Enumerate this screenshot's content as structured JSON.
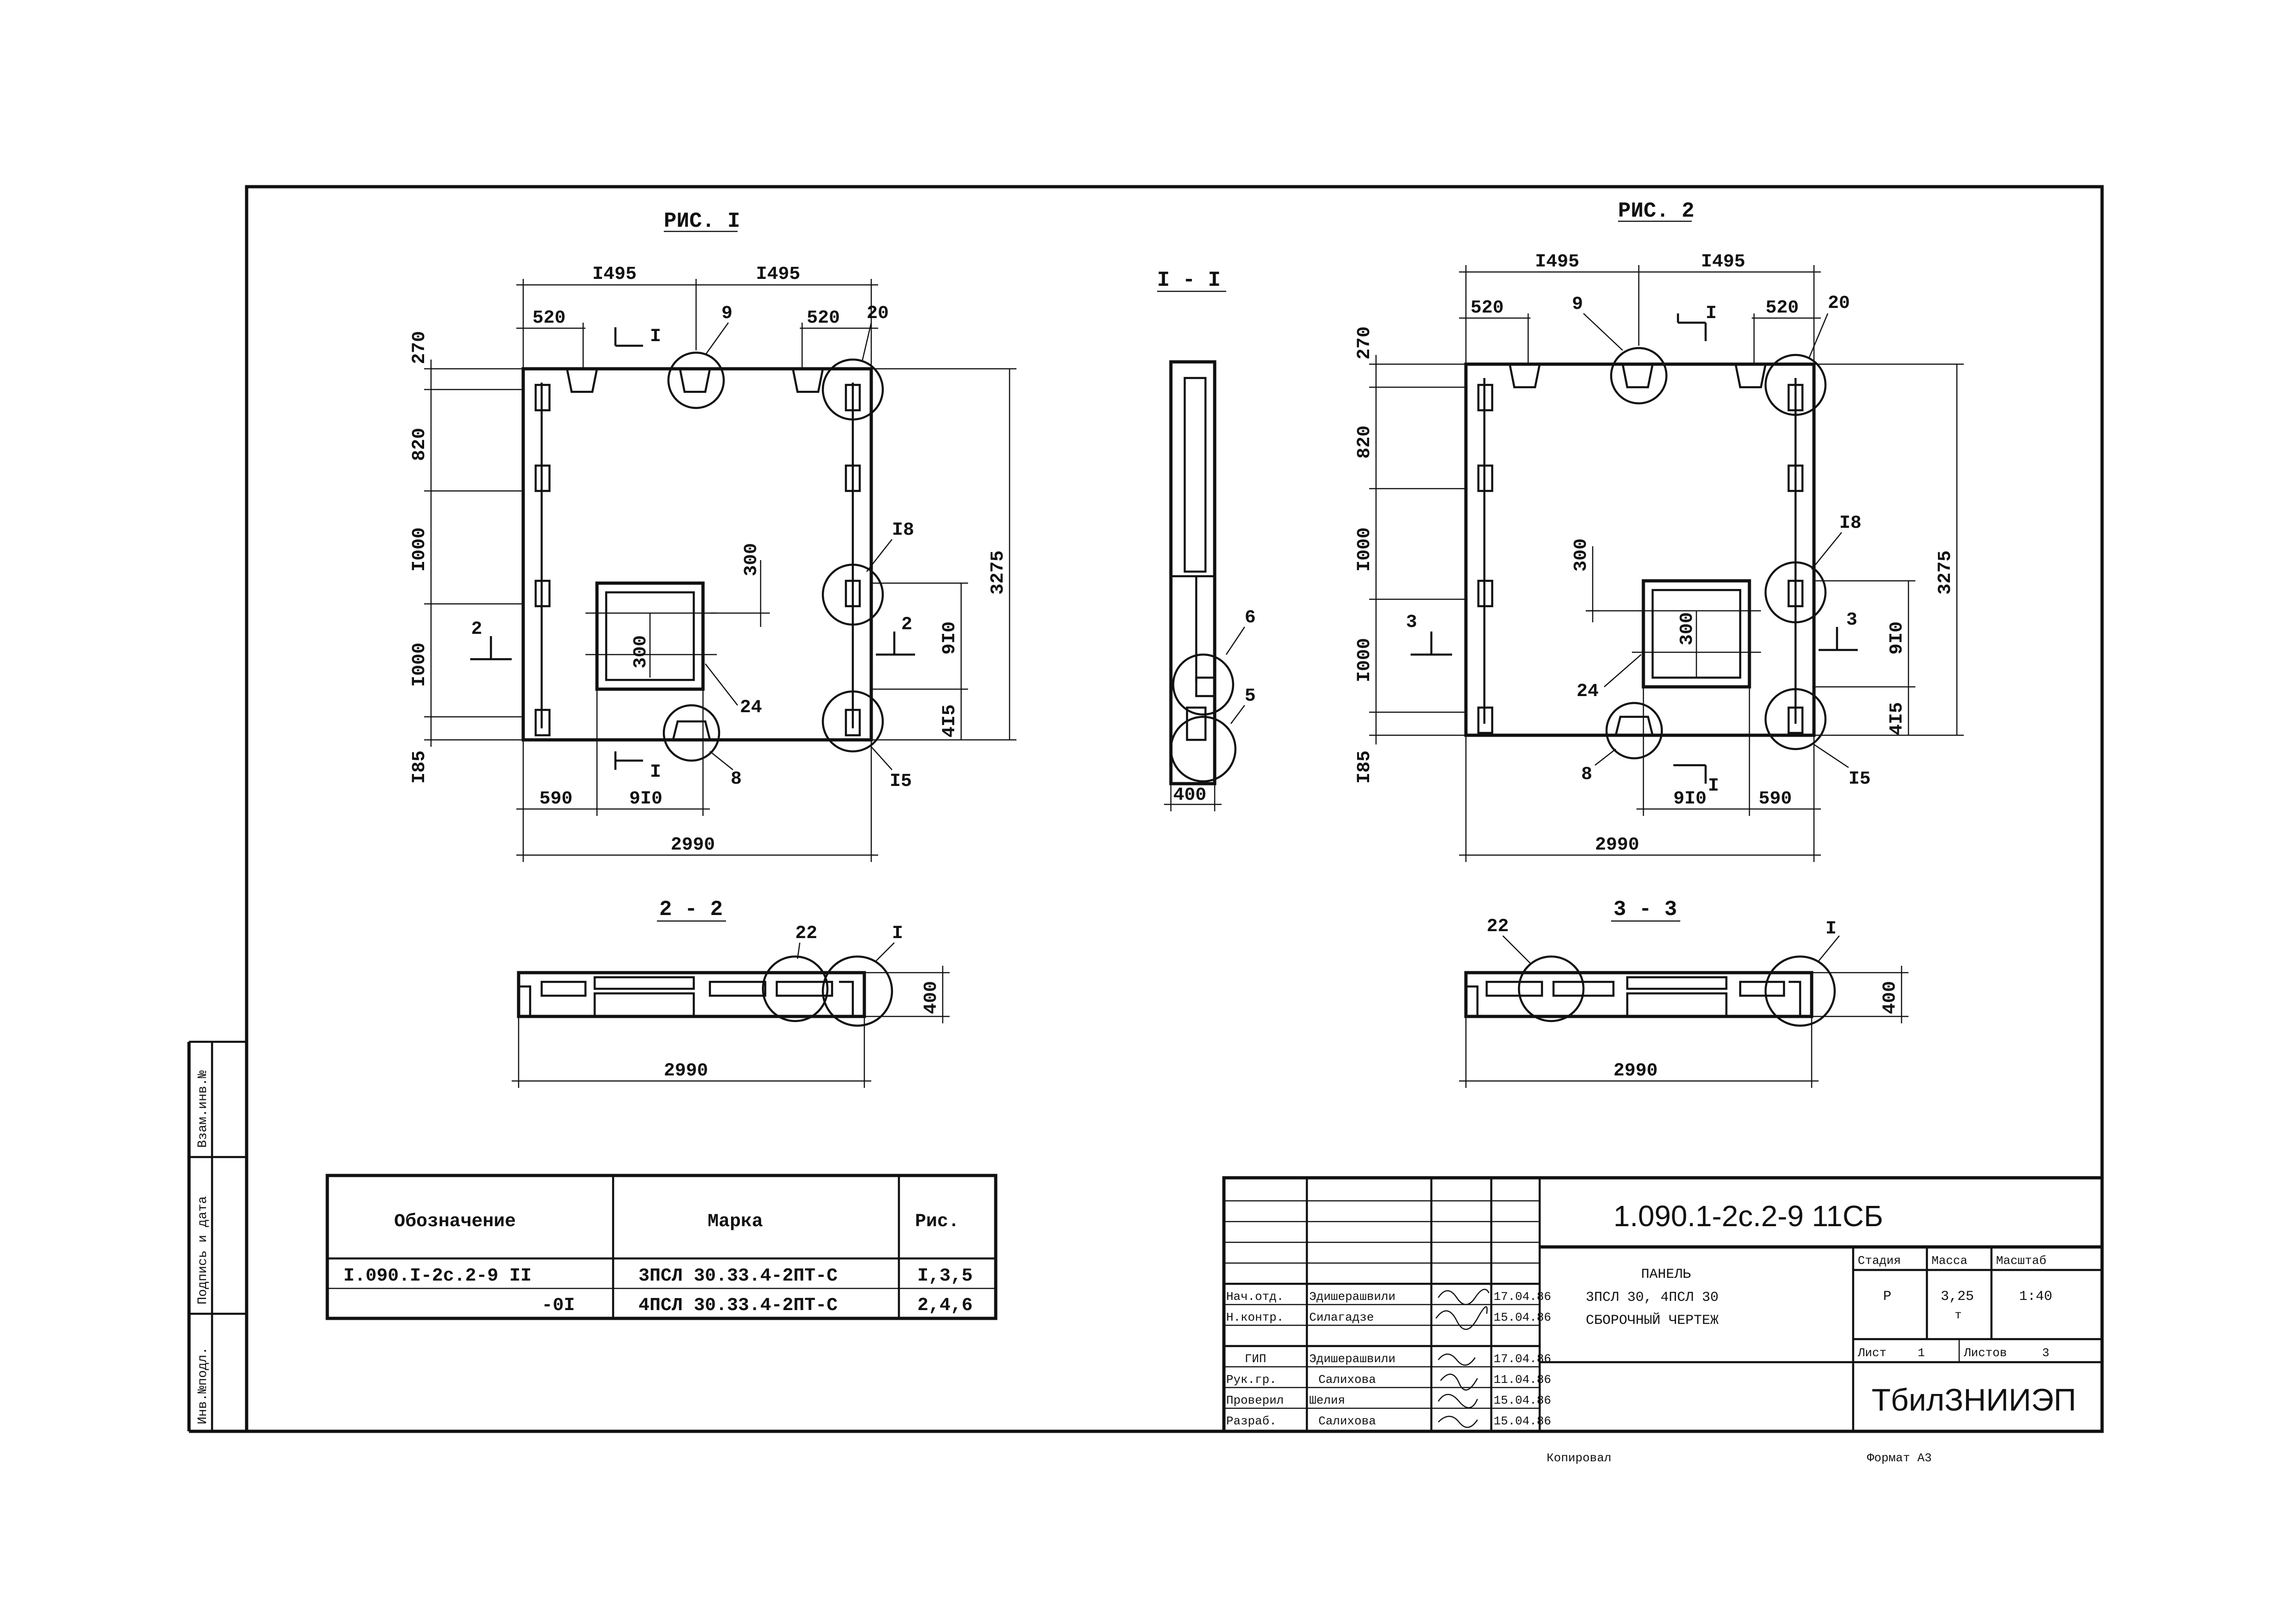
{
  "figures": {
    "fig1_title": "РИС. I",
    "fig2_title": "РИС. 2",
    "section_1_1": "I - I",
    "section_2_2": "2 - 2",
    "section_3_3": "3 - 3"
  },
  "dims": {
    "d1495": "I495",
    "d520": "520",
    "d270": "270",
    "d820": "820",
    "d1000": "I000",
    "d185": "I85",
    "d590": "590",
    "d910": "9I0",
    "d2990": "2990",
    "d300": "300",
    "d3275": "3275",
    "d415": "4I5",
    "d400": "400"
  },
  "callouts": {
    "c9": "9",
    "c20": "20",
    "c18": "I8",
    "c24": "24",
    "c8": "8",
    "c15": "I5",
    "c6": "6",
    "c5": "5",
    "c22": "22",
    "c1": "I",
    "sec1": "I",
    "sec2": "2",
    "sec3": "3"
  },
  "spec_table": {
    "headers": [
      "Обозначение",
      "Марка",
      "Рис."
    ],
    "rows": [
      [
        "I.090.I-2с.2-9 II",
        "3ПСЛ 30.33.4-2ПТ-С",
        "I,3,5"
      ],
      [
        "-0I",
        "4ПСЛ 30.33.4-2ПТ-С",
        "2,4,6"
      ]
    ]
  },
  "title_block": {
    "code": "1.090.1-2с.2-9  11СБ",
    "name_lines": [
      "ПАНЕЛЬ",
      "3ПСЛ 30, 4ПСЛ 30",
      "СБОРОЧНЫЙ ЧЕРТЕЖ"
    ],
    "stage_label": "Стадия",
    "mass_label": "Масса",
    "scale_label": "Масштаб",
    "stage": "Р",
    "mass": "3,25",
    "mass_unit": "т",
    "scale": "1:40",
    "sheet_label": "Лист",
    "sheet_no": "1",
    "sheets_label": "Листов",
    "sheets_total": "3",
    "org": "ТбилЗНИИЭП",
    "roles": [
      {
        "role": "Нач.отд.",
        "name": "Эдишерашвили",
        "date": "17.04.86"
      },
      {
        "role": "Н.контр.",
        "name": "Силагадзе",
        "date": "15.04.86"
      },
      {
        "role": "ГИП",
        "name": "Эдишерашвили",
        "date": "17.04.86"
      },
      {
        "role": "Рук.гр.",
        "name": "Салихова",
        "date": "11.04.86"
      },
      {
        "role": "Проверил",
        "name": "Шелия",
        "date": "15.04.86"
      },
      {
        "role": "Разраб.",
        "name": "Салихова",
        "date": "15.04.86"
      }
    ]
  },
  "side_stamp": {
    "inv_orig": "Инв.№подл.",
    "sign_date": "Подпись и дата",
    "inv_repl": "Взам.инв.№"
  },
  "footer": {
    "copied": "Копировал",
    "format": "Формат А3"
  }
}
